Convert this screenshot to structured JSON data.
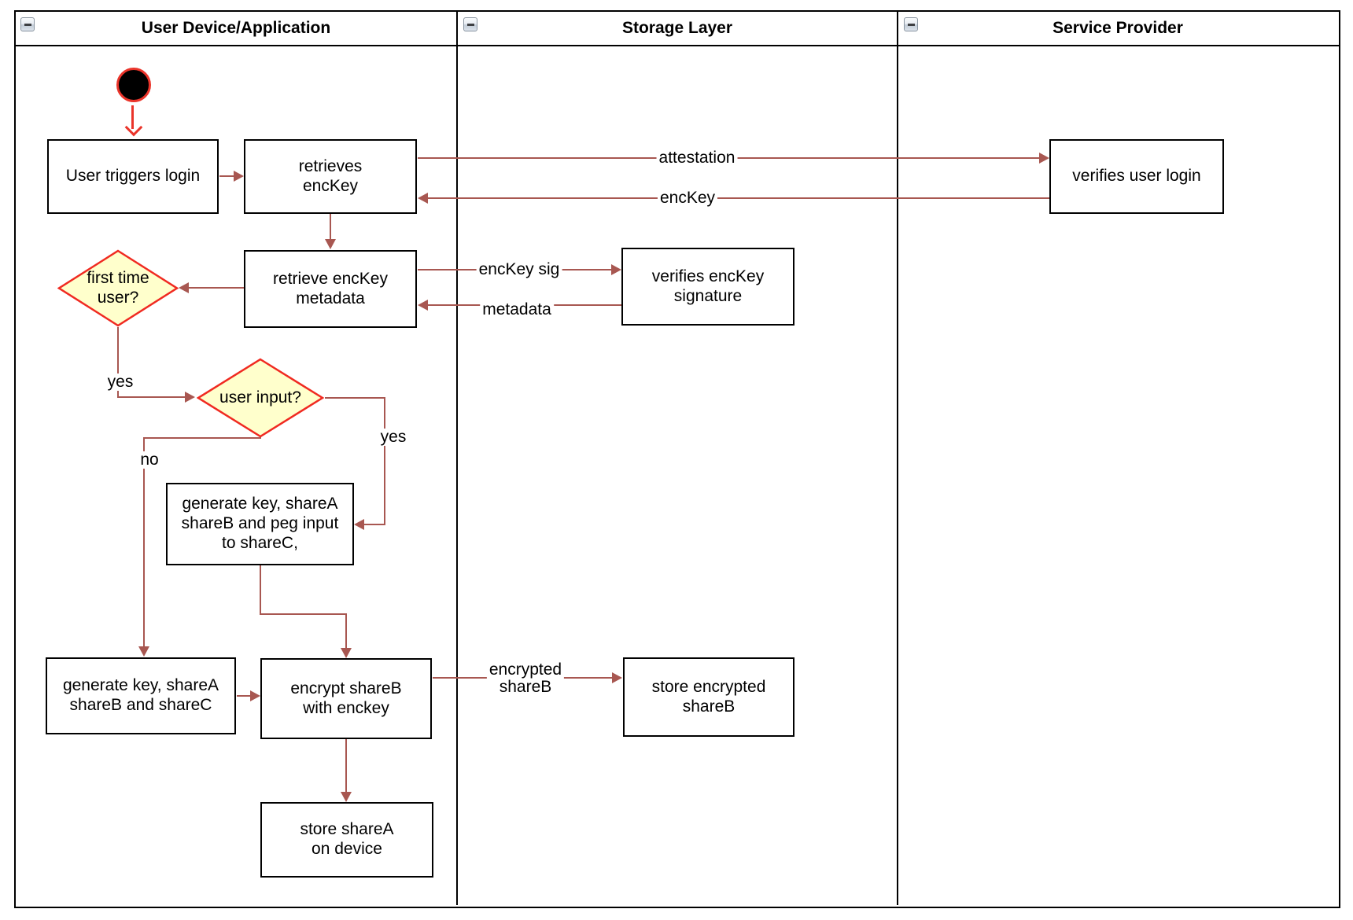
{
  "diagram": {
    "lanes": [
      {
        "title": "User Device/Application"
      },
      {
        "title": "Storage Layer"
      },
      {
        "title": "Service Provider"
      }
    ],
    "nodes": {
      "user_triggers_login": "User triggers login",
      "retrieves_enckey": "retrieves\nencKey",
      "retrieve_enckey_metadata": "retrieve encKey\nmetadata",
      "first_time_user": "first time\nuser?",
      "user_input": "user input?",
      "generate_key_peg_input": "generate key, shareA\nshareB and peg input\nto shareC,",
      "generate_key_sharec": "generate key, shareA\nshareB and shareC",
      "encrypt_shareb": "encrypt shareB\nwith enckey",
      "store_sharea": "store shareA\non device",
      "verifies_enckey_signature": "verifies encKey signature",
      "store_encrypted_shareb": "store encrypted\nshareB",
      "verifies_user_login": "verifies user login"
    },
    "edge_labels": {
      "attestation": "attestation",
      "enckey": "encKey",
      "enckey_sig": "encKey sig",
      "metadata": "metadata",
      "encrypted_shareb": "encrypted\nshareB",
      "yes_first_time": "yes",
      "yes_user_input": "yes",
      "no_user_input": "no"
    },
    "colors": {
      "flow_arrow": "#a85751",
      "start_accent": "#ea342a",
      "decision_fill": "#ffffcc",
      "decision_border": "#f02a21",
      "node_border": "#000000"
    }
  }
}
